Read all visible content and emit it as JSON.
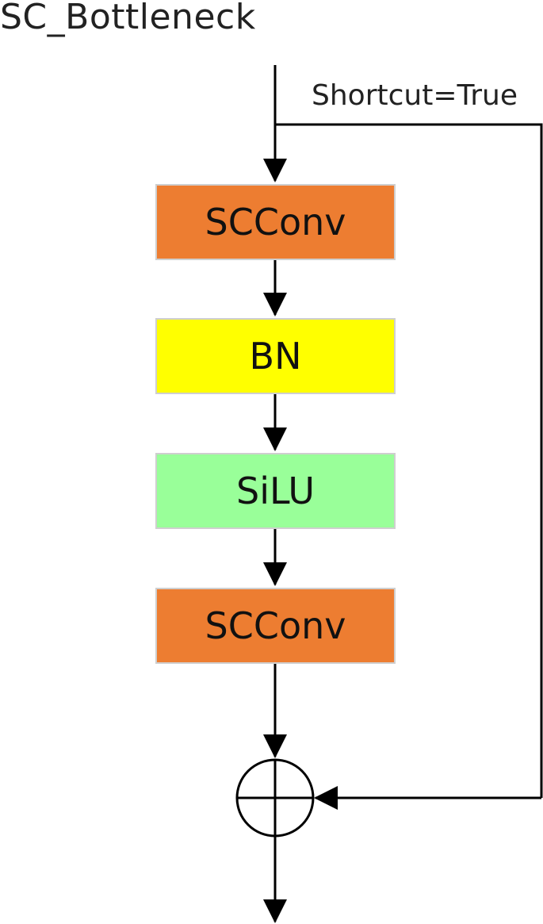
{
  "title": "SC_Bottleneck",
  "shortcut_label": "Shortcut=True",
  "blocks": [
    {
      "label": "SCConv",
      "color": "#ED7D31"
    },
    {
      "label": "BN",
      "color": "#FFFF00"
    },
    {
      "label": "SiLU",
      "color": "#99FF99"
    },
    {
      "label": "SCConv",
      "color": "#ED7D31"
    }
  ],
  "line_color": "#000000",
  "add_node_icon": "circle-plus-icon"
}
